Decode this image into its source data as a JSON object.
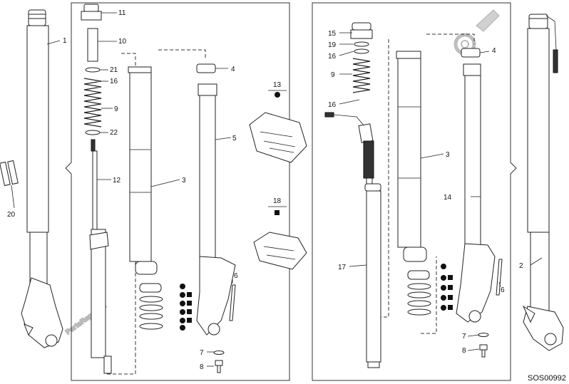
{
  "diagram": {
    "watermark": "PartsRepublik",
    "drawing_code": "SOS00992",
    "callouts_left": [
      "1",
      "11",
      "10",
      "21",
      "16",
      "9",
      "22",
      "12",
      "3",
      "4",
      "5",
      "6",
      "7",
      "8",
      "20"
    ],
    "callouts_mid": [
      "13",
      "18"
    ],
    "callouts_right": [
      "15",
      "19",
      "16",
      "9",
      "16",
      "3",
      "4",
      "14",
      "17",
      "2",
      "6",
      "7",
      "8"
    ]
  }
}
